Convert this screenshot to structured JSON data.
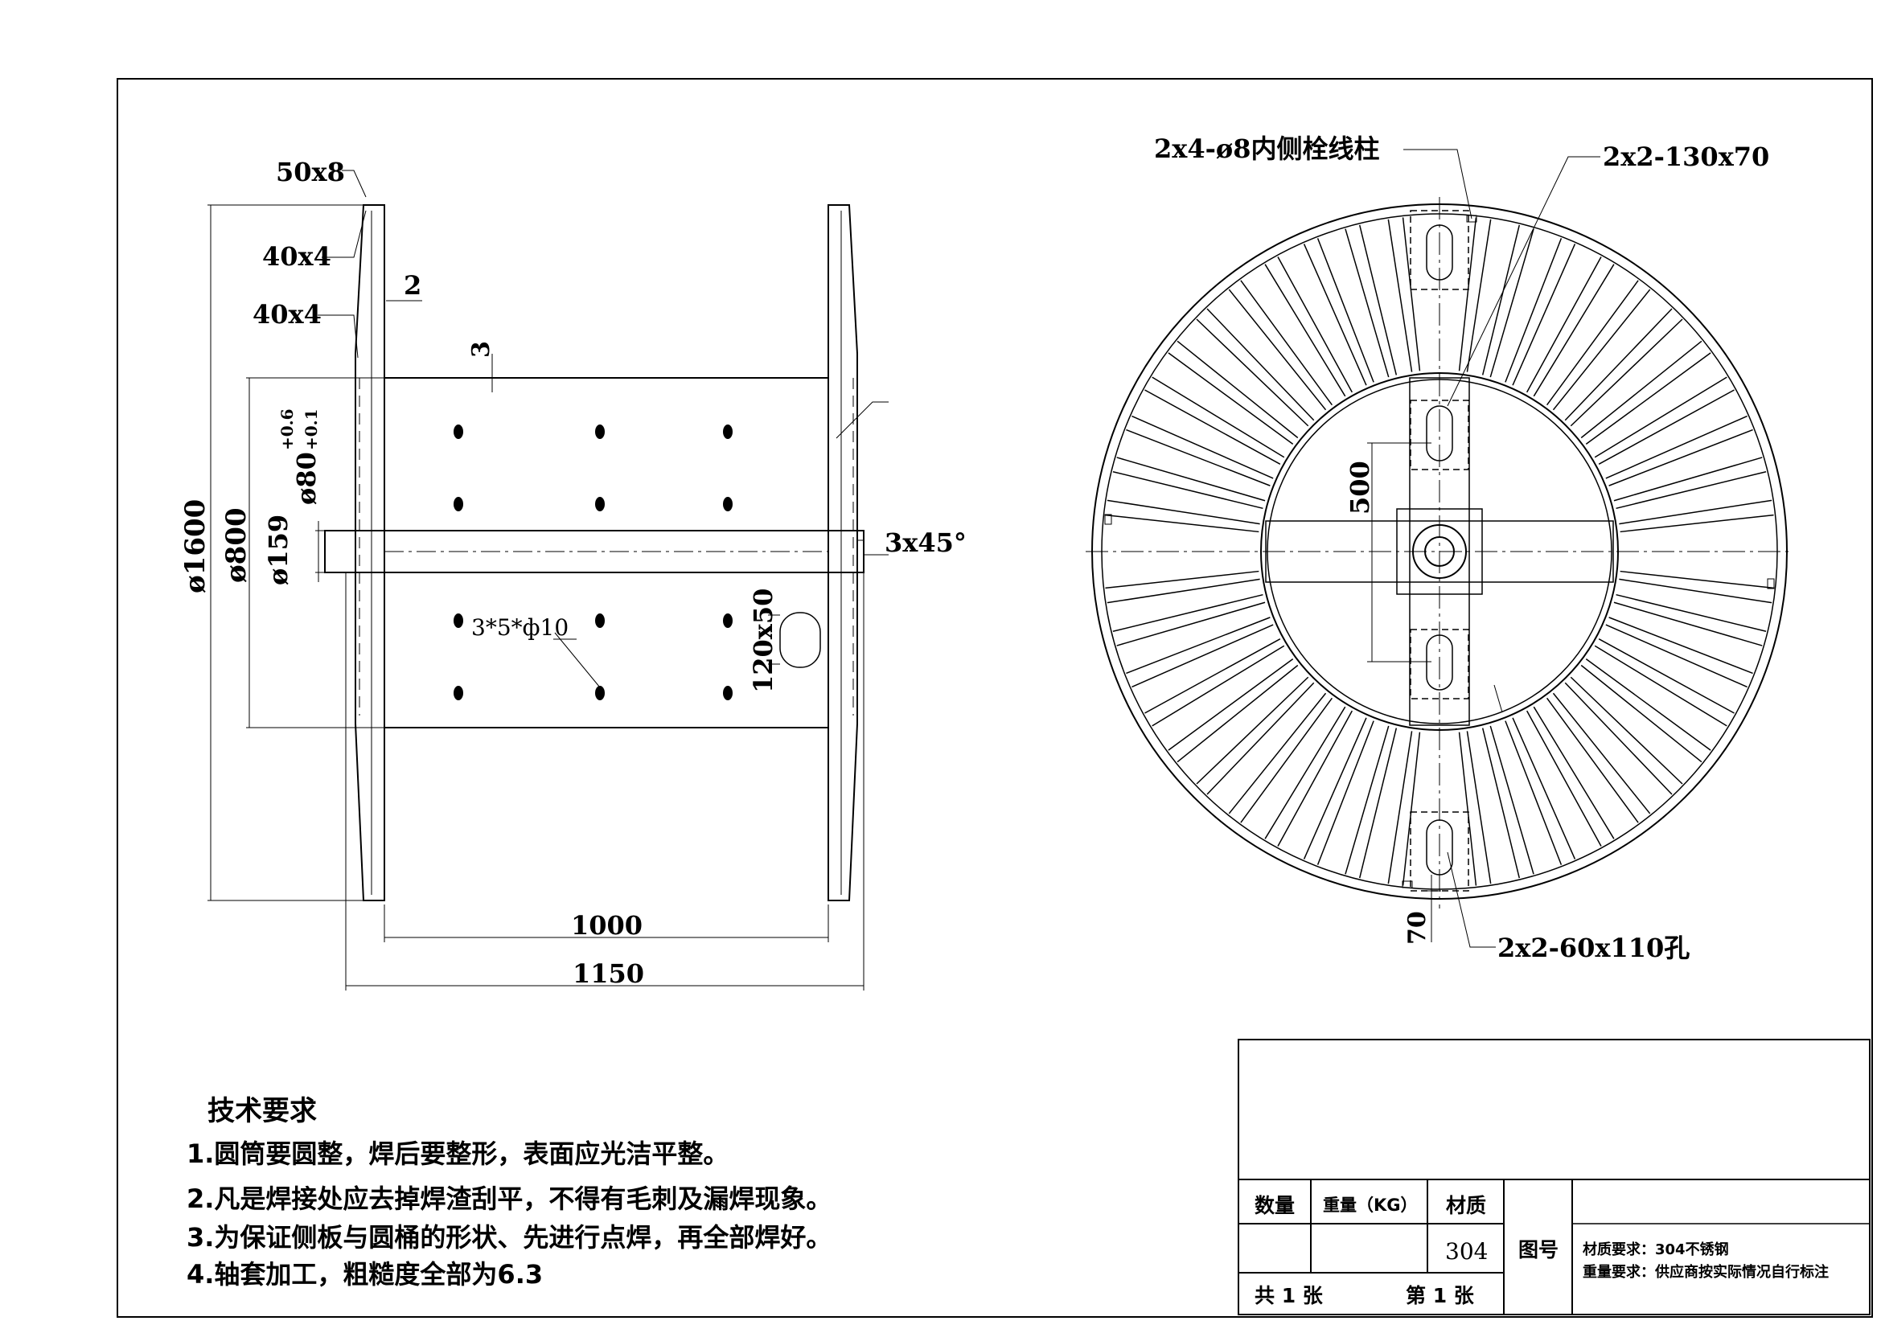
{
  "side_view": {
    "flange_labels": [
      "50x8",
      "40x4",
      "40x4"
    ],
    "thickness": "2",
    "wall": "3",
    "bore_tol_upper": "+0.6",
    "bore_tol_lower": "+0.1",
    "bore": "ø80",
    "od_total": "ø1600",
    "barrel": "ø800",
    "hub": "ø159",
    "chamfer": "3x45°",
    "holes": "3*5*ф10",
    "slot": "120x50",
    "width_inner": "1000",
    "width_outer": "1150"
  },
  "front_view": {
    "label_posts": "2x4-ø8内侧栓线柱",
    "label_top_slots": "2x2-130x70",
    "label_pcd": "500",
    "label_bottom_slots": "2x2-60x110孔",
    "label_edge": "70"
  },
  "notes": {
    "title": "技术要求",
    "items": [
      "1.圆筒要圆整，焊后要整形，表面应光洁平整。",
      "2.凡是焊接处应去掉焊渣刮平，不得有毛刺及漏焊现象。",
      "3.为保证侧板与圆桶的形状、先进行点焊，再全部焊好。",
      "4.轴套加工，粗糙度全部为6.3"
    ]
  },
  "title_block": {
    "col_qty": "数量",
    "col_weight": "重量（KG）",
    "col_material": "材质",
    "material_value": "304",
    "drawing_no": "图号",
    "total_sheets": "共 1 张",
    "sheet_no": "第 1 张",
    "req_material": "材质要求：304不锈钢",
    "req_weight": "重量要求：供应商按实际情况自行标注"
  }
}
